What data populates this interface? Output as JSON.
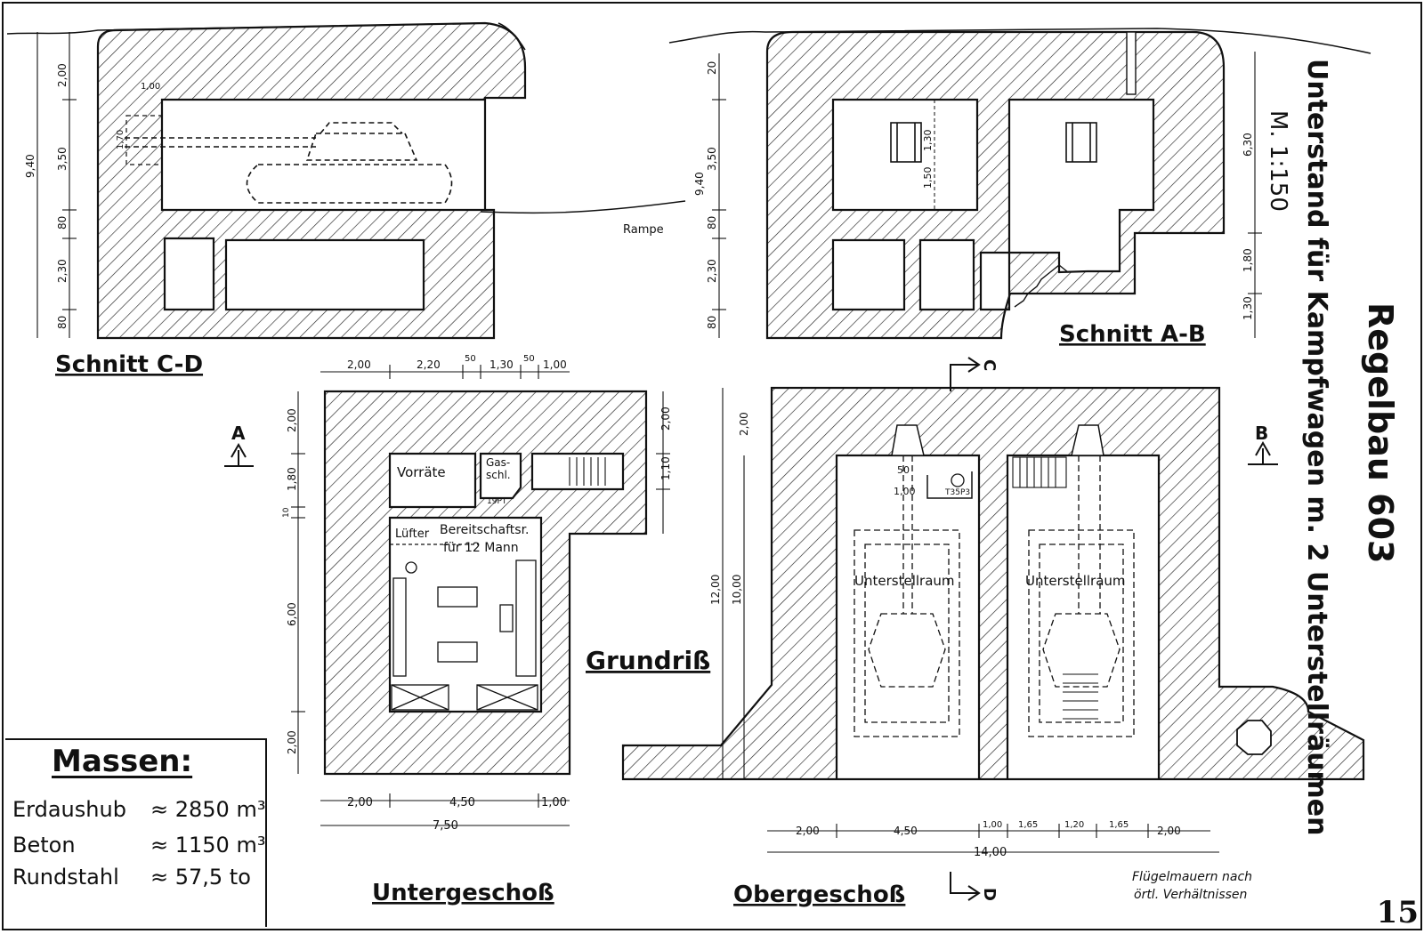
{
  "title": "Regelbau 603",
  "subtitle": "Unterstand für Kampfwagen m. 2 Unterstellräumen",
  "scale": "M. 1:150",
  "page_number": "15",
  "sections": {
    "cd": "Schnitt C-D",
    "ab": "Schnitt A-B",
    "grundriss": "Grundriß",
    "unter": "Untergeschoß",
    "ober": "Obergeschoß"
  },
  "rooms": {
    "vorraete": "Vorräte",
    "gas1": "Gas-",
    "gas2": "schl.",
    "luefter": "Lüfter",
    "bereit1": "Bereitschaftsr.",
    "bereit2": "für 12 Mann",
    "unterstell1": "Unterstellraum",
    "unterstell2": "Unterstellraum",
    "rampe": "Rampe",
    "fluegel1": "Flügelmauern nach",
    "fluegel2": "örtl. Verhältnissen",
    "t35p3": "T35P3",
    "pt": "19PT"
  },
  "markers": {
    "a": "A",
    "b": "B",
    "c": "C",
    "d": "D"
  },
  "massen": {
    "title": "Massen:",
    "rows": [
      {
        "label": "Erdaushub",
        "value": "≈ 2850 m³"
      },
      {
        "label": "Beton",
        "value": "≈ 1150 m³"
      },
      {
        "label": "Rundstahl",
        "value": "≈ 57,5 to"
      }
    ]
  },
  "dims": {
    "cd_v": [
      "2,00",
      "3,50",
      "80",
      "2,30",
      "80"
    ],
    "cd_total": "9,40",
    "cd_small": [
      "1,00",
      "1,70"
    ],
    "ab_v": [
      "20",
      "3,50",
      "80",
      "2,30",
      "80"
    ],
    "ab_total": "9,40",
    "ab_inner": [
      "1,30",
      "1,50"
    ],
    "ab_right": [
      "6,30",
      "1,80",
      "1,30"
    ],
    "ug_top": [
      "2,00",
      "2,20",
      "50",
      "1,30",
      "50",
      "1,00"
    ],
    "ug_left": [
      "2,00",
      "1,80",
      "10",
      "6,00",
      "2,00"
    ],
    "ug_right": [
      "2,00",
      "1,10"
    ],
    "ug_bottom": [
      "2,00",
      "4,50",
      "1,00"
    ],
    "ug_total": "7,50",
    "og_left": [
      "2,00",
      "12,00",
      "10,00"
    ],
    "og_small": [
      "50",
      "1,00"
    ],
    "og_bottom": [
      "2,00",
      "4,50",
      "1,00",
      "1,65",
      "1,20",
      "1,65",
      "2,00"
    ],
    "og_total": "14,00"
  }
}
